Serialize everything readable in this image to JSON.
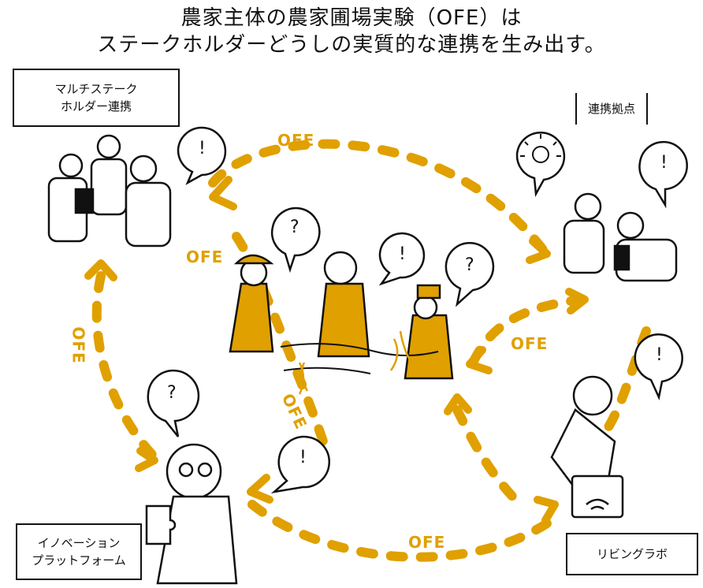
{
  "title": {
    "line1": "農家主体の農家圃場実験（OFE）は",
    "line2": "ステークホルダーどうしの実質的な連携を生み出す。"
  },
  "boxes": {
    "multi_line1": "マルチステーク",
    "multi_line2": "ホルダー連携",
    "hub": "連携拠点",
    "innovation_line1": "イノベーション",
    "innovation_line2": "プラットフォーム",
    "living_lab": "リビングラボ"
  },
  "loop_labels": {
    "top": "OFE",
    "left_upper": "OFE",
    "left_side": "OFE",
    "center_diagonal": "OFE",
    "right_middle": "OFE",
    "bottom": "OFE"
  },
  "speech": {
    "question": "?",
    "exclaim": "!"
  },
  "colors": {
    "accent": "#e0a000",
    "ink": "#111111"
  }
}
